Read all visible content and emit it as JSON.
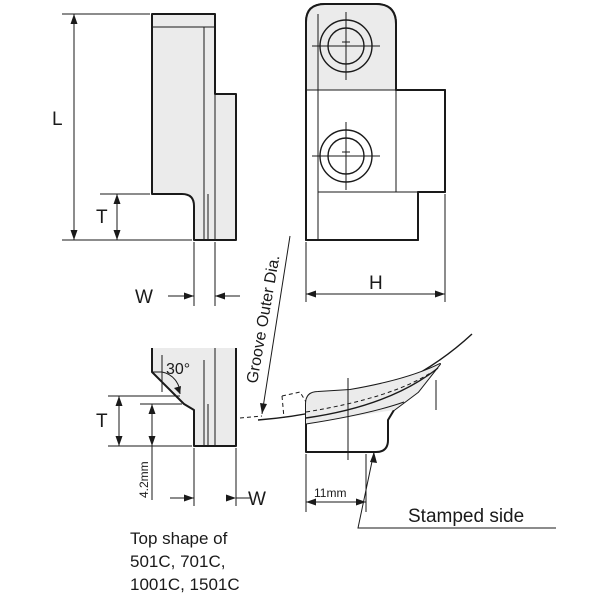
{
  "labels": {
    "length": "L",
    "thickness_top": "T",
    "width_top": "W",
    "height": "H",
    "groove_outer_dia": "Groove Outer Dia.",
    "angle": "30°",
    "thickness_bottom": "T",
    "dim_4_2": "4.2mm",
    "width_bottom": "W",
    "dim_11": "11mm",
    "stamped_side": "Stamped side"
  },
  "caption": {
    "line1": "Top shape of",
    "line2": "501C, 701C,",
    "line3": "1001C, 1501C"
  },
  "colors": {
    "part_fill": "#ebebeb",
    "line": "#1a1a1a"
  }
}
